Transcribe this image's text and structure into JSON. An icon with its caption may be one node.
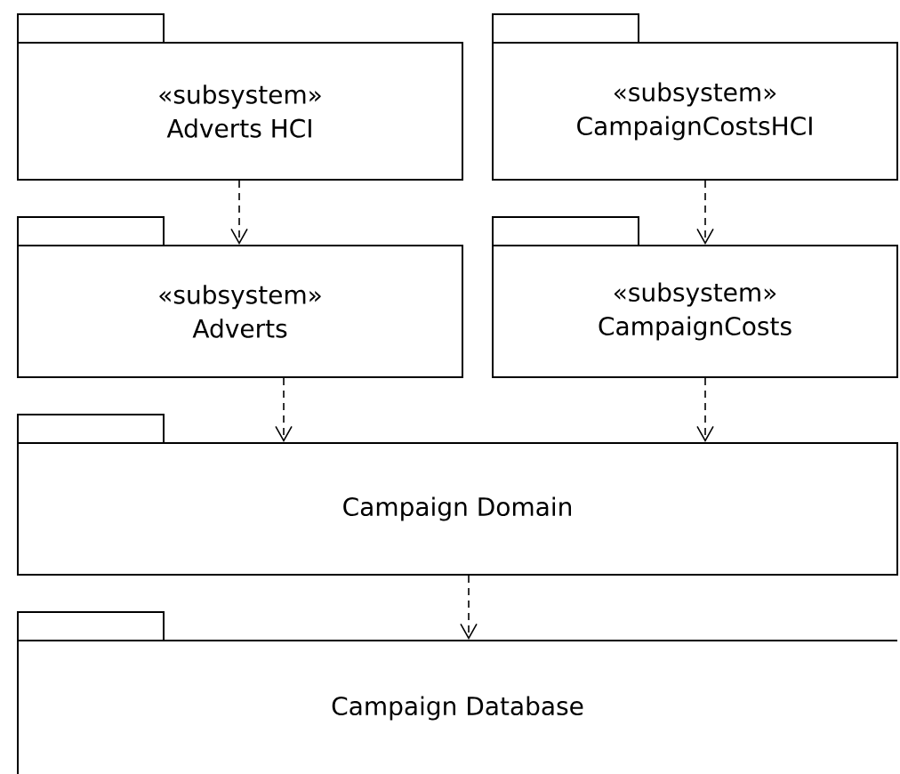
{
  "diagram": {
    "nodes": [
      {
        "text": [
          "«subsystem»",
          "Adverts HCI"
        ]
      },
      {
        "text": [
          "«subsystem»",
          "CampaignCostsHCI"
        ]
      },
      {
        "text": [
          "«subsystem»",
          "Adverts"
        ]
      },
      {
        "text": [
          "«subsystem»",
          "CampaignCosts"
        ]
      },
      {
        "text": [
          "Campaign Domain"
        ]
      },
      {
        "text": [
          "Campaign Database"
        ]
      }
    ],
    "edges": [
      {
        "from": 0,
        "to": 2,
        "arrow": "to",
        "style": "dashed"
      },
      {
        "from": 1,
        "to": 3,
        "arrow": "to",
        "style": "dashed"
      },
      {
        "from": 2,
        "to": 4,
        "arrow": "to",
        "style": "dashed"
      },
      {
        "from": 3,
        "to": 4,
        "arrow": "to",
        "style": "dashed"
      },
      {
        "from": 4,
        "to": 5,
        "arrow": "to",
        "style": "dashed"
      }
    ]
  }
}
